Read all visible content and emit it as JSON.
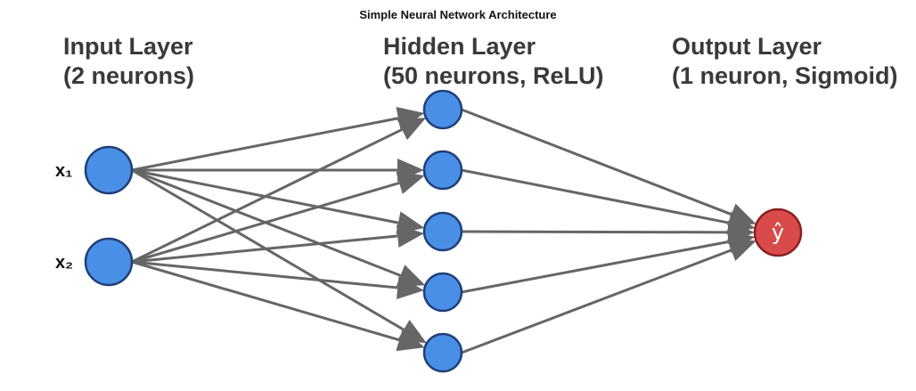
{
  "title": "Simple Neural Network Architecture",
  "layers": {
    "input": {
      "title": "Input Layer",
      "subtitle": "(2 neurons)"
    },
    "hidden": {
      "title": "Hidden Layer",
      "subtitle": "(50 neurons, ReLU)"
    },
    "output": {
      "title": "Output Layer",
      "subtitle": "(1 neuron, Sigmoid)"
    }
  },
  "inputs": [
    "x₁",
    "x₂"
  ],
  "output_symbol": "ŷ",
  "diagram": {
    "input_neurons_drawn": 2,
    "hidden_neurons_drawn": 5,
    "output_neurons_drawn": 1,
    "connections": "fully-connected",
    "colors": {
      "neuron_fill": "#4a8fe6",
      "neuron_stroke": "#1f3f7a",
      "output_fill": "#d94b4b",
      "output_stroke": "#8b1e1e",
      "edge": "#666666"
    }
  }
}
